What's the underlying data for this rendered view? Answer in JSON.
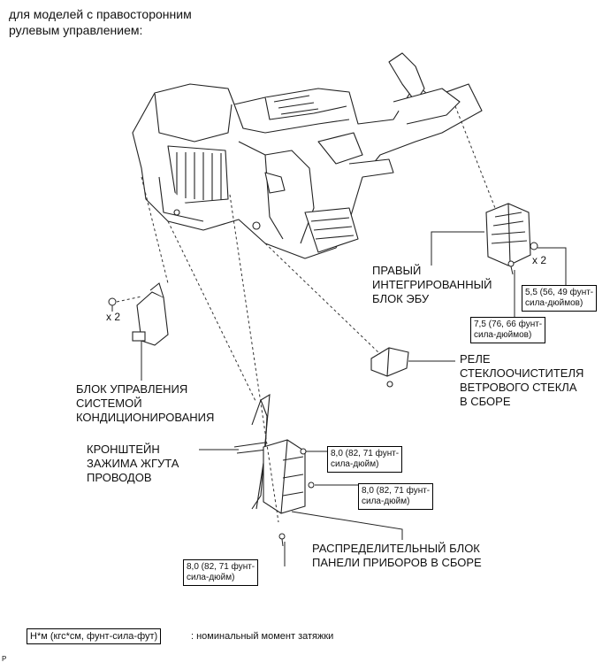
{
  "header": {
    "line1": "для моделей с правосторонним",
    "line2": "рулевым управлением:"
  },
  "labels": {
    "right_ecu": [
      "ПРАВЫЙ",
      "ИНТЕГРИРОВАННЫЙ",
      "БЛОК ЭБУ"
    ],
    "wiper_relay": [
      "РЕЛЕ",
      "СТЕКЛООЧИСТИТЕЛЯ",
      "ВЕТРОВОГО СТЕКЛА",
      "В СБОРЕ"
    ],
    "ac_control": [
      "БЛОК УПРАВЛЕНИЯ",
      "СИСТЕМОЙ",
      "КОНДИЦИОНИРОВАНИЯ"
    ],
    "harness_bracket": [
      "КРОНШТЕЙН",
      "ЗАЖИМА ЖГУТА",
      "ПРОВОДОВ"
    ],
    "junction_block": [
      "РАСПРЕДЕЛИТЕЛЬНЫЙ БЛОК",
      "ПАНЕЛИ ПРИБОРОВ В СБОРЕ"
    ]
  },
  "quantities": {
    "x2_right": "x 2",
    "x2_left": "x 2"
  },
  "torques": {
    "t55": [
      "5,5 (56, 49 фунт-",
      "сила-дюймов)"
    ],
    "t75": [
      "7,5 (76, 66 фунт-",
      "сила-дюймов)"
    ],
    "t80a": [
      "8,0 (82, 71 фунт-",
      "сила-дюйм)"
    ],
    "t80b": [
      "8,0 (82, 71 фунт-",
      "сила-дюйм)"
    ],
    "t80c": [
      "8,0 (82, 71 фунт-",
      "сила-дюйм)"
    ]
  },
  "legend": {
    "box": "Н*м (кгс*см, фунт-сила-фут)",
    "text": ": номинальный момент затяжки"
  },
  "corner_mark": "P"
}
